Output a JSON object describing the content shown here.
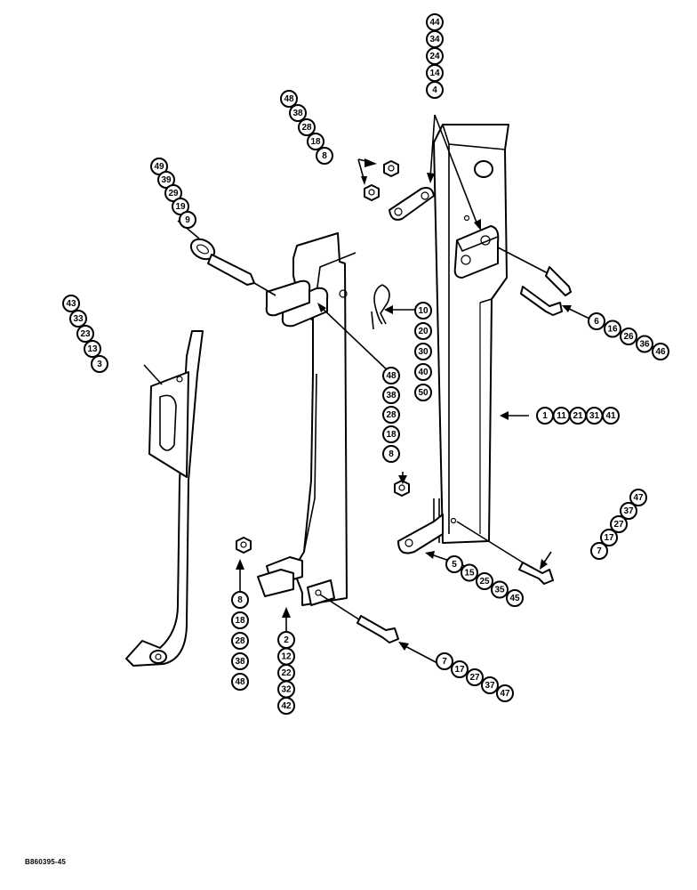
{
  "figure_ref": "B860395-45",
  "callouts": {
    "c1": [
      "1",
      "11",
      "21",
      "31",
      "41"
    ],
    "c2": [
      "2",
      "12",
      "22",
      "32",
      "42"
    ],
    "c3": [
      "43",
      "33",
      "23",
      "13",
      "3"
    ],
    "c4": [
      "44",
      "34",
      "24",
      "14",
      "4"
    ],
    "c5": [
      "5",
      "15",
      "25",
      "35",
      "45"
    ],
    "c6": [
      "6",
      "16",
      "26",
      "36",
      "46"
    ],
    "c7a": [
      "47",
      "37",
      "27",
      "17",
      "7"
    ],
    "c7b": [
      "7",
      "17",
      "27",
      "37",
      "47"
    ],
    "c8a": [
      "48",
      "38",
      "28",
      "18",
      "8"
    ],
    "c8b": [
      "48",
      "38",
      "28",
      "18",
      "8"
    ],
    "c8c": [
      "8",
      "18",
      "28",
      "38",
      "48"
    ],
    "c9": [
      "49",
      "39",
      "29",
      "19",
      "9"
    ],
    "c10": [
      "10",
      "20",
      "30",
      "40",
      "50"
    ]
  }
}
